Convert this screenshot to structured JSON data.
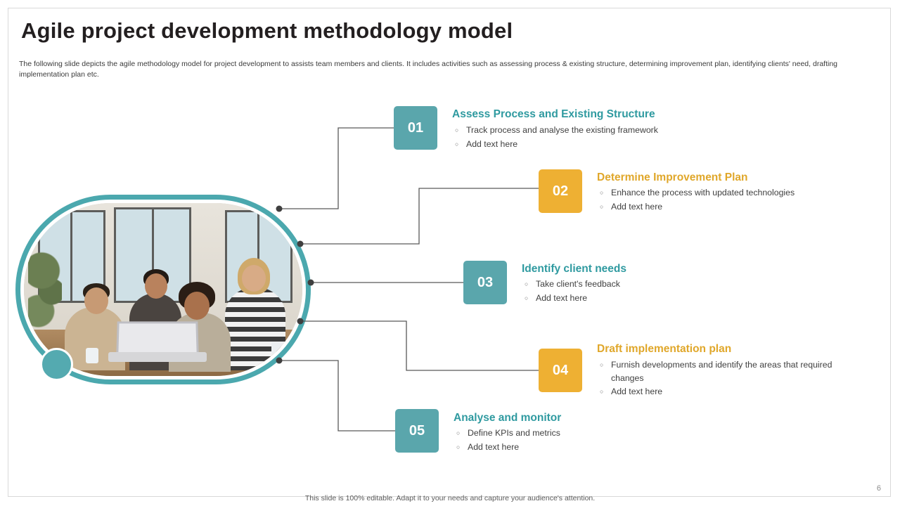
{
  "slide": {
    "title": "Agile project development methodology model",
    "subtitle": "The following slide depicts the agile methodology model for project development to assists team members and clients. It includes activities such as assessing process & existing structure, determining improvement plan, identifying clients' need, drafting implementation plan etc.",
    "footer_note": "This slide is 100% editable. Adapt it to your needs and capture your audience's attention.",
    "page_number": "6",
    "colors": {
      "teal": "#5aa6ac",
      "teal_text": "#2f9aa0",
      "amber": "#eeb033",
      "amber_text": "#e0a72a",
      "ring": "#4ba8ae",
      "line": "#595959",
      "title": "#231f20"
    }
  },
  "steps": [
    {
      "number": "01",
      "accent": "teal",
      "heading": "Assess  Process  and Existing Structure",
      "bullets": [
        "Track process and analyse the existing framework",
        "Add text here"
      ]
    },
    {
      "number": "02",
      "accent": "amber",
      "heading": "Determine Improvement Plan",
      "bullets": [
        "Enhance the process with updated technologies",
        "Add text here"
      ]
    },
    {
      "number": "03",
      "accent": "teal",
      "heading": "Identify client needs",
      "bullets": [
        "Take client's feedback",
        "Add text here"
      ]
    },
    {
      "number": "04",
      "accent": "amber",
      "heading": "Draft implementation plan",
      "bullets": [
        "Furnish developments and identify the areas that required changes",
        "Add text here"
      ]
    },
    {
      "number": "05",
      "accent": "teal",
      "heading": "Analyse and monitor",
      "bullets": [
        "Define KPIs and metrics",
        "Add text here"
      ]
    }
  ],
  "image": {
    "alt": "team-meeting-photo"
  }
}
